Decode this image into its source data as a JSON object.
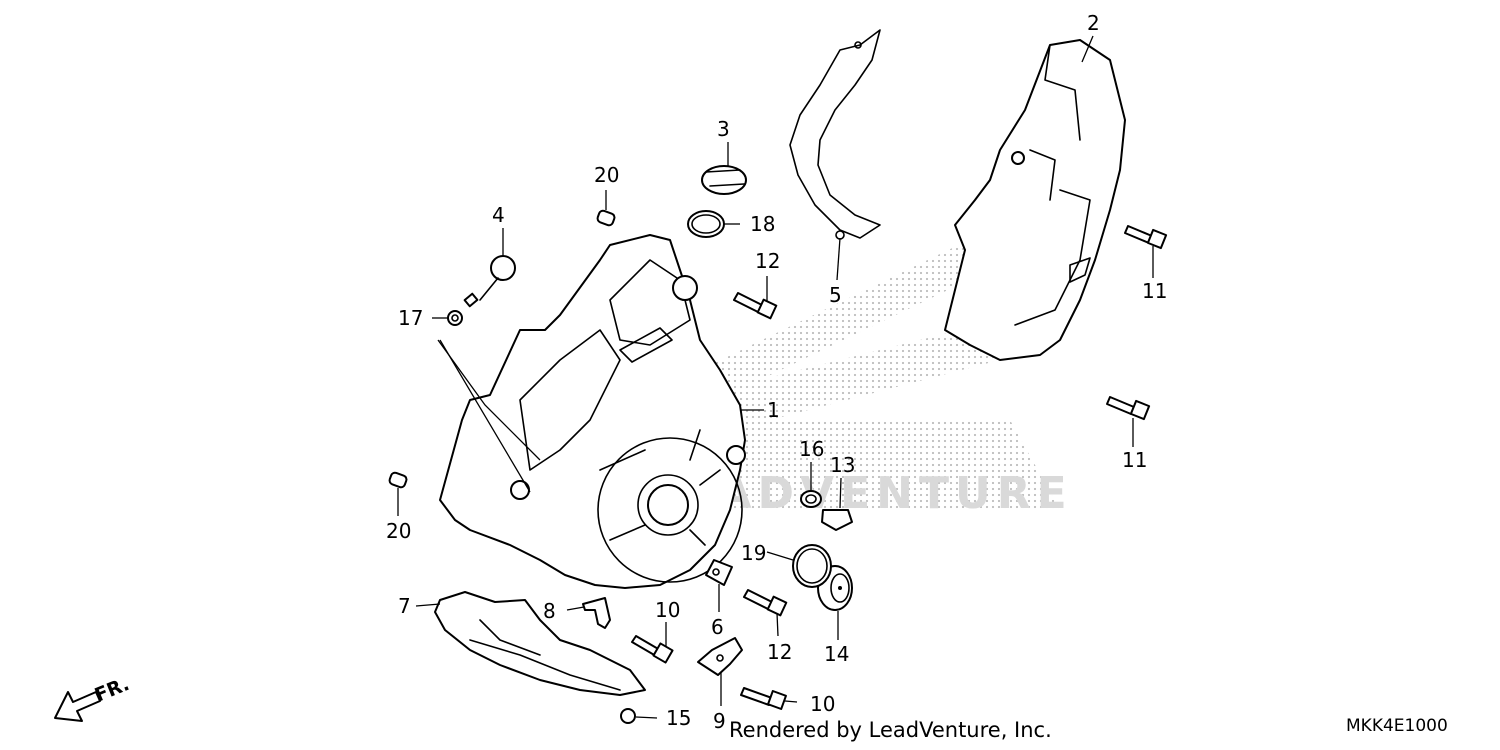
{
  "callouts": [
    "1",
    "2",
    "3",
    "4",
    "5",
    "6",
    "7",
    "8",
    "9",
    "10",
    "10",
    "11",
    "11",
    "12",
    "12",
    "13",
    "14",
    "15",
    "16",
    "17",
    "18",
    "19",
    "20",
    "20"
  ],
  "direction_label": "FR.",
  "watermark_text": "LEADVENTURE",
  "credit": "Rendered by LeadVenture, Inc.",
  "diagram_code": "MKK4E1000",
  "colors": {
    "ink": "#000000",
    "background": "#ffffff",
    "watermark": "#bdbdbd"
  }
}
